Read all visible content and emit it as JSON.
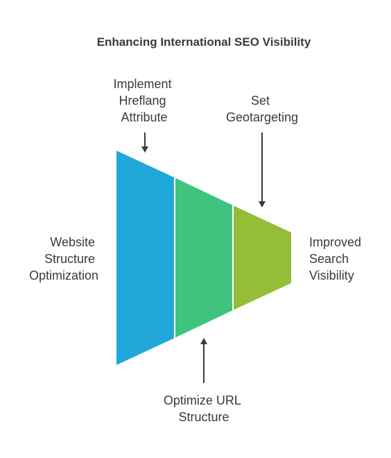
{
  "title": "Enhancing International SEO Visibility",
  "colors": {
    "segment_1": "#21a8db",
    "segment_2": "#3ec47e",
    "segment_3": "#94bd38",
    "text": "#3a3a3a",
    "arrow": "#3a3a3a"
  },
  "stages": [
    {
      "label_lines": [
        "Website",
        "Structure",
        "Optimization"
      ],
      "color_key": "segment_1"
    },
    {
      "label_lines": [
        "Optimize URL",
        "Structure"
      ],
      "color_key": "segment_2"
    },
    {
      "label_lines": [
        "Set",
        "Geotargeting"
      ],
      "color_key": "segment_3"
    }
  ],
  "inputs": {
    "hreflang": [
      "Implement",
      "Hreflang",
      "Attribute"
    ],
    "geotargeting": [
      "Set",
      "Geotargeting"
    ],
    "url_structure": [
      "Optimize URL",
      "Structure"
    ]
  },
  "start_label": [
    "Website",
    "Structure",
    "Optimization"
  ],
  "end_label": [
    "Improved",
    "Search",
    "Visibility"
  ]
}
